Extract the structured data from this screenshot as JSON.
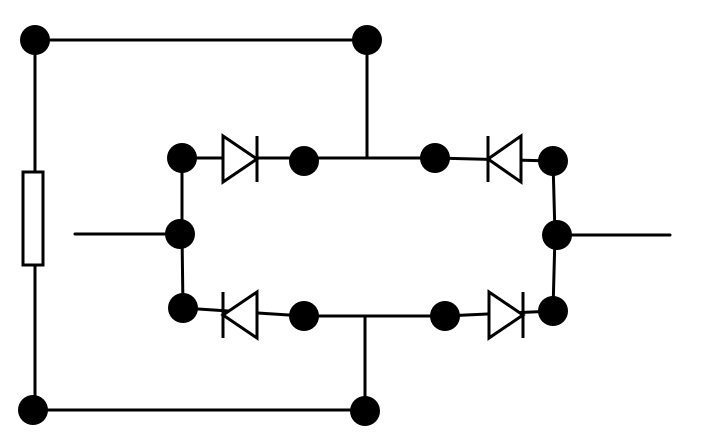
{
  "diagram": {
    "type": "circuit-schematic",
    "components": [
      {
        "kind": "resistor",
        "count": 1
      },
      {
        "kind": "diode",
        "count": 4,
        "arrangement": "bridge"
      }
    ],
    "colors": {
      "background": "#ffffff",
      "ink": "#000000"
    }
  }
}
